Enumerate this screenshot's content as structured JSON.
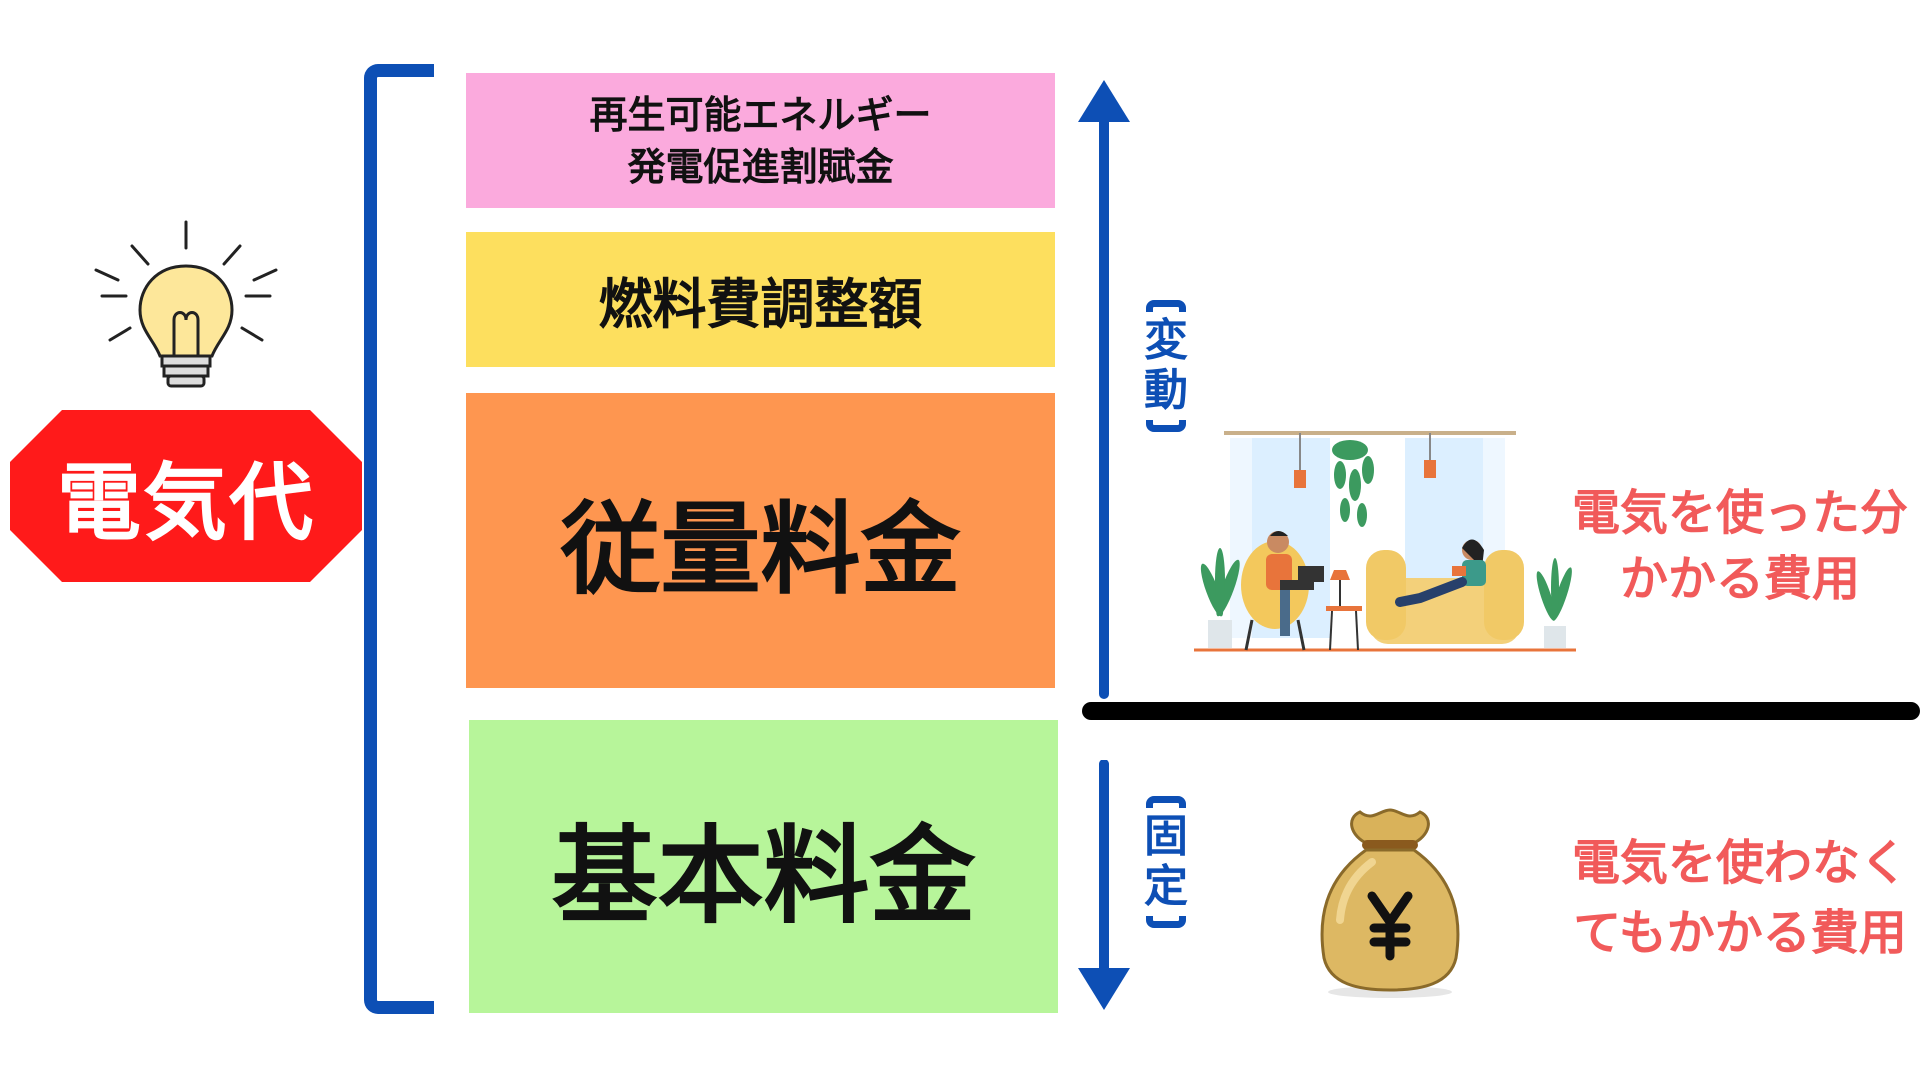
{
  "title": "電気代",
  "components": {
    "renewable": {
      "line1": "再生可能エネルギー",
      "line2": "発電促進割賦金"
    },
    "fuel": "燃料費調整額",
    "usage": "従量料金",
    "basic": "基本料金"
  },
  "labels": {
    "variable": [
      "変",
      "動"
    ],
    "fixed": [
      "固",
      "定"
    ]
  },
  "descriptions": {
    "variable": {
      "line1": "電気を使った分",
      "line2": "かかる費用"
    },
    "fixed": {
      "line1": "電気を使わなく",
      "line2": "てもかかる費用"
    }
  },
  "icons": {
    "bulb": "lightbulb-icon",
    "room": "living-room-illustration",
    "moneybag": "yen-money-bag-icon"
  },
  "colors": {
    "bracket": "#0d4fb5",
    "title_bg": "#ff1a1a",
    "renewable": "#fbaadd",
    "fuel": "#fddf5e",
    "usage": "#fe9650",
    "basic": "#b7f59a",
    "desc_text": "#f15a5a",
    "divider": "#000000"
  }
}
